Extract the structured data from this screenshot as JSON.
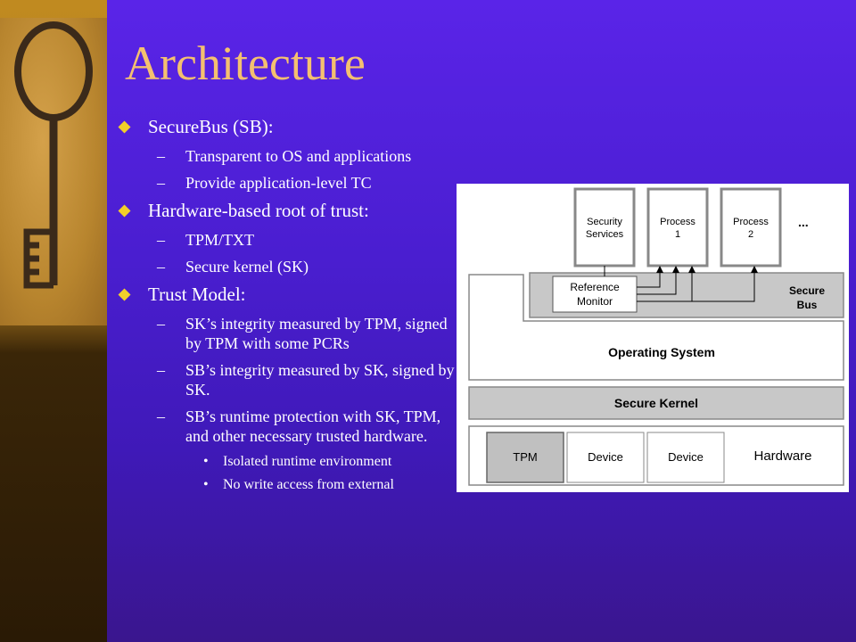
{
  "slide": {
    "title": "Architecture",
    "bullets": [
      {
        "text": "SecureBus (SB):",
        "subs": [
          "Transparent to OS and applications",
          "Provide application-level TC"
        ]
      },
      {
        "text": "Hardware-based root of trust:",
        "subs": [
          "TPM/TXT",
          "Secure kernel (SK)"
        ]
      },
      {
        "text": "Trust Model:",
        "subs": [
          "SK’s integrity measured by TPM, signed by TPM with some PCRs",
          "SB’s integrity measured by SK, signed by SK.",
          "SB’s runtime protection with SK, TPM, and other necessary trusted hardware."
        ],
        "subsubs": [
          "Isolated runtime environment",
          "No write access from external"
        ]
      }
    ]
  },
  "diagram": {
    "boxes": {
      "security_line1": "Security",
      "security_line2": "Services",
      "process1_line1": "Process",
      "process1_line2": "1",
      "process2_line1": "Process",
      "process2_line2": "2",
      "ellipsis": "...",
      "refmon_line1": "Reference",
      "refmon_line2": "Monitor",
      "securebus_line1": "Secure",
      "securebus_line2": "Bus",
      "os": "Operating System",
      "sk": "Secure Kernel",
      "tpm": "TPM",
      "device1": "Device",
      "device2": "Device",
      "hardware": "Hardware"
    }
  },
  "colors": {
    "title": "#f4c070",
    "bullet_marker": "#f2cf2a",
    "body_text": "#ffffff"
  }
}
